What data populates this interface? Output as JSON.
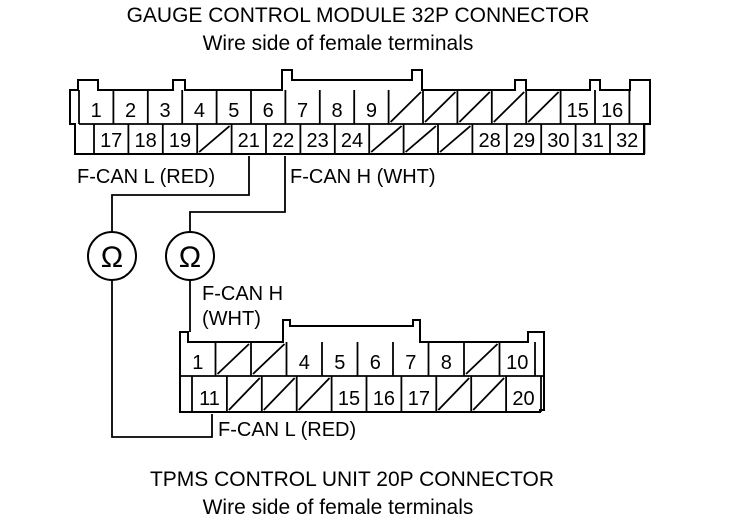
{
  "gauge": {
    "title": "GAUGE CONTROL MODULE 32P CONNECTOR",
    "subtitle": "Wire side of female terminals",
    "row1": [
      "1",
      "2",
      "3",
      "4",
      "5",
      "6",
      "7",
      "8",
      "9",
      "",
      "",
      "",
      "",
      "",
      "15",
      "16"
    ],
    "row2": [
      "17",
      "18",
      "19",
      "",
      "21",
      "22",
      "23",
      "24",
      "",
      "",
      "",
      "28",
      "29",
      "30",
      "31",
      "32"
    ],
    "label_can_l": "F-CAN L (RED)",
    "label_can_h": "F-CAN H (WHT)"
  },
  "tpms": {
    "title": "TPMS CONTROL UNIT 20P CONNECTOR",
    "subtitle": "Wire side of female terminals",
    "row1": [
      "1",
      "",
      "",
      "4",
      "5",
      "6",
      "7",
      "8",
      "",
      "10"
    ],
    "row2": [
      "11",
      "",
      "",
      "",
      "15",
      "16",
      "17",
      "",
      "",
      "20"
    ],
    "label_can_h_line1": "F-CAN H",
    "label_can_h_line2": "(WHT)",
    "label_can_l": "F-CAN L (RED)"
  },
  "meters": {
    "symbol": "Ω"
  }
}
